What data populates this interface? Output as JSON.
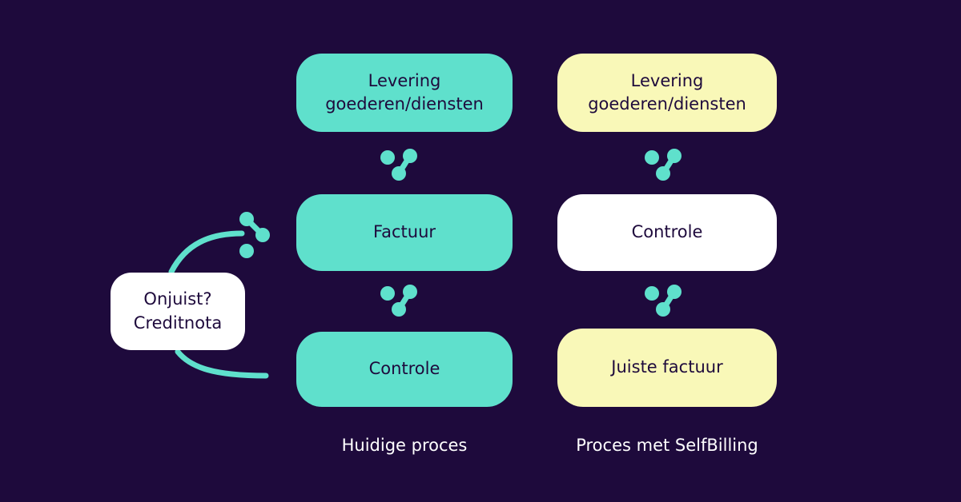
{
  "colors": {
    "background": "#1e0a3c",
    "teal": "#5fe0cc",
    "yellow": "#f9f8b8",
    "white": "#ffffff",
    "text_dark": "#1e0a3c"
  },
  "left_column": {
    "box1": {
      "line1": "Levering",
      "line2": "goederen/diensten"
    },
    "box2": {
      "label": "Factuur"
    },
    "box3": {
      "label": "Controle"
    },
    "caption": "Huidige proces"
  },
  "right_column": {
    "box1": {
      "line1": "Levering",
      "line2": "goederen/diensten"
    },
    "box2": {
      "label": "Controle"
    },
    "box3": {
      "label": "Juiste factuur"
    },
    "caption": "Proces met SelfBilling"
  },
  "loop": {
    "line1": "Onjuist?",
    "line2": "Creditnota"
  },
  "icons": {
    "connector": "molecule-connector-icon"
  }
}
